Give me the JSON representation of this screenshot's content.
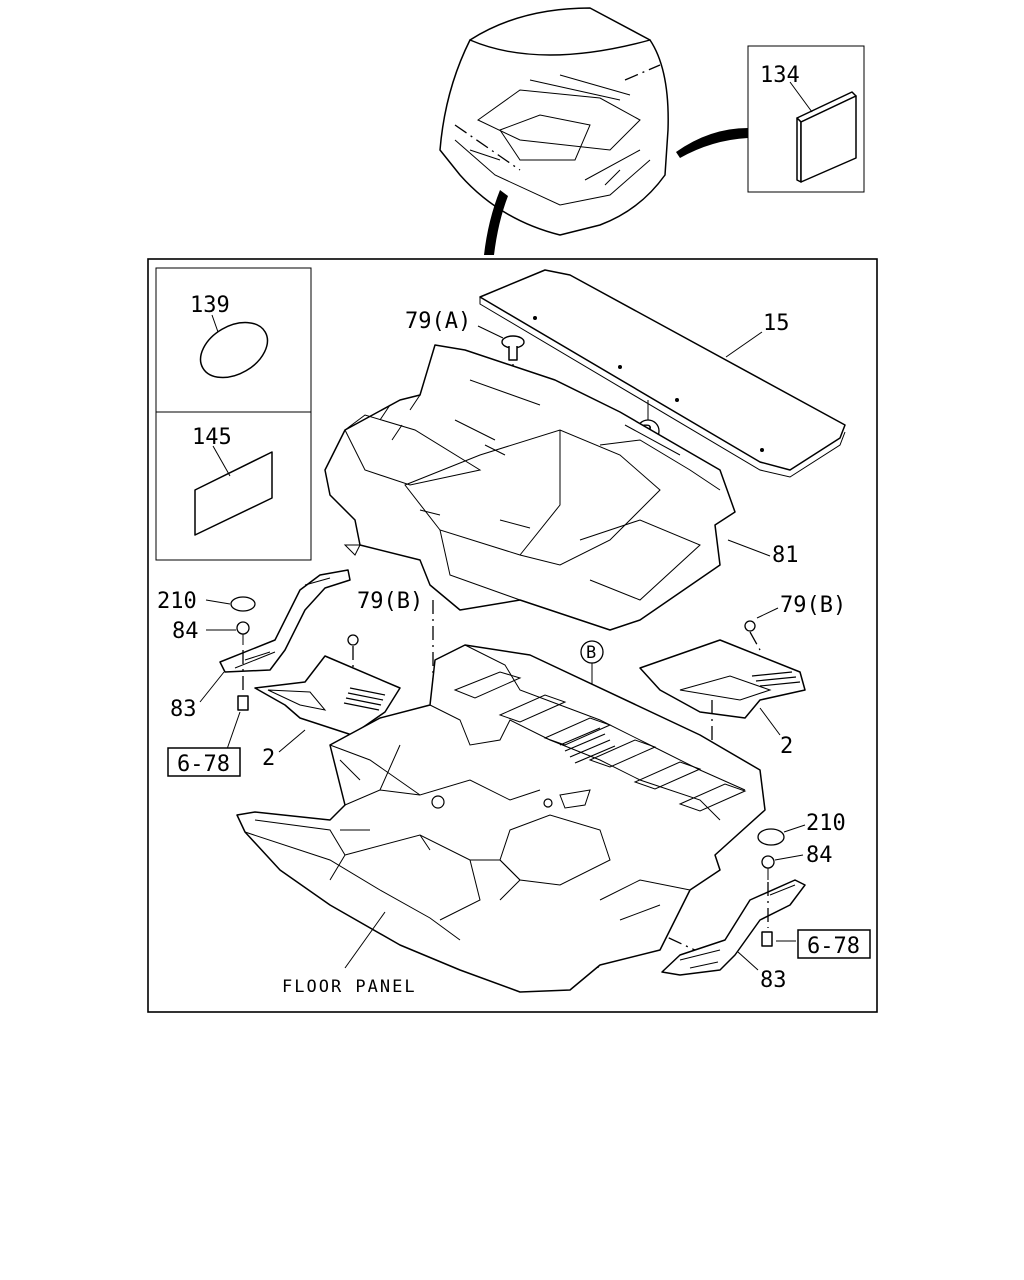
{
  "labels": {
    "p134": "134",
    "p139": "139",
    "p145": "145",
    "p79a": "79(A)",
    "p15": "15",
    "p81": "81",
    "p210_left": "210",
    "p84_left": "84",
    "p79b_left": "79(B)",
    "p83_left": "83",
    "p2_left": "2",
    "p79b_right": "79(B)",
    "p2_right": "2",
    "p210_right": "210",
    "p84_right": "84",
    "p83_right": "83",
    "ref_left": "6-78",
    "ref_right": "6-78",
    "circle_b_top": "B",
    "circle_b_mid": "B",
    "floor_panel": "FLOOR PANEL"
  }
}
